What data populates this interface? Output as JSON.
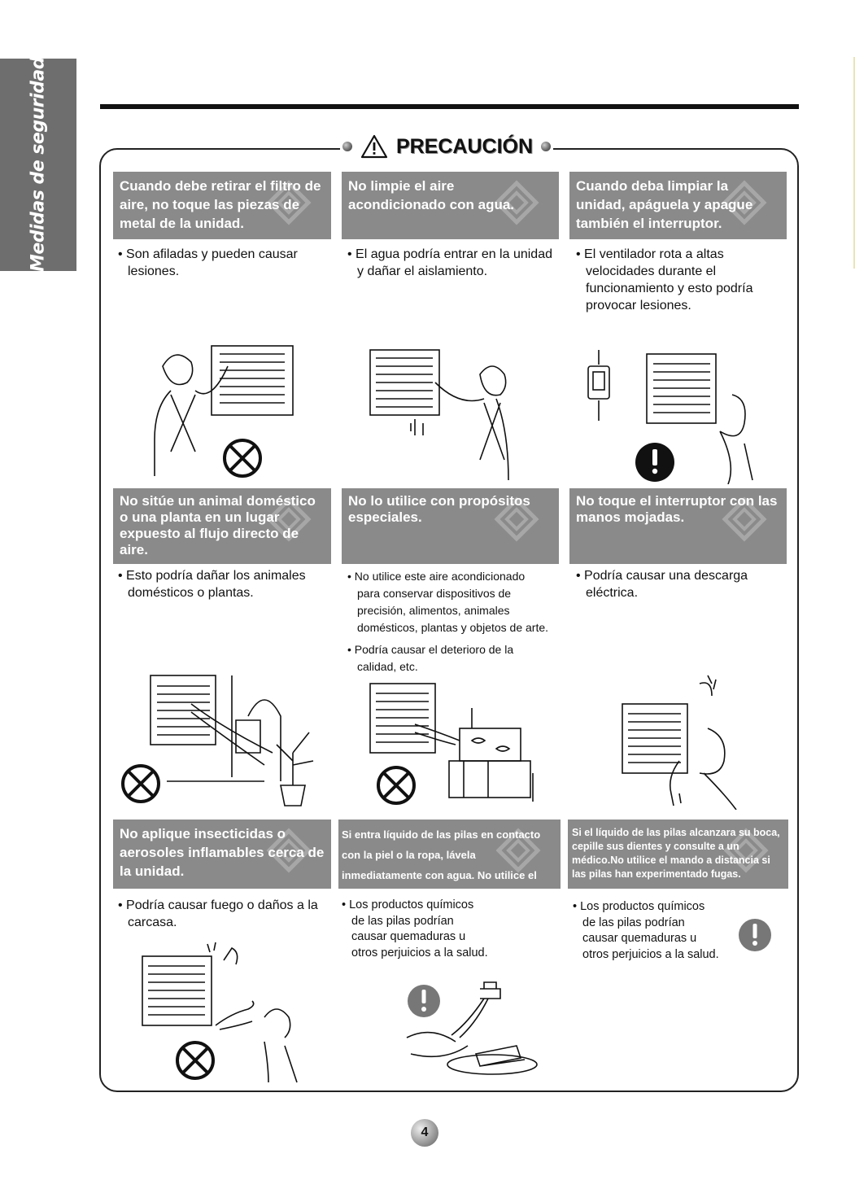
{
  "sidebar": {
    "title": "Medidas de seguridad"
  },
  "caution": {
    "title": "PRECAUCIÓN"
  },
  "sections": [
    {
      "title": "Cuando debe retirar el filtro de aire, no toque las piezas de metal de la unidad.",
      "bullets": [
        "• Son afiladas y pueden causar lesiones."
      ]
    },
    {
      "title": "No limpie el aire acondicionado con agua.",
      "bullets": [
        "• El agua podría entrar en la unidad y dañar el aislamiento."
      ]
    },
    {
      "title": "Cuando deba limpiar la unidad, apáguela y apague también el interruptor.",
      "bullets": [
        "• El ventilador rota a altas velocidades durante el funcionamiento y esto podría provocar lesiones."
      ]
    },
    {
      "title": "No sitúe un animal doméstico o una planta en un lugar expuesto al flujo directo de aire.",
      "bullets": [
        "• Esto podría dañar los animales domésticos o plantas."
      ]
    },
    {
      "title": "No lo utilice con propósitos especiales.",
      "bullets": [
        "• No utilice este aire acondicionado para conservar dispositivos de precisión, alimentos, animales domésticos, plantas y objetos de arte.",
        "• Podría causar el deterioro de la calidad, etc."
      ]
    },
    {
      "title": "No toque el interruptor con las manos mojadas.",
      "bullets": [
        "• Podría causar una descarga eléctrica."
      ]
    },
    {
      "title": "No aplique insecticidas o aerosoles inflamables cerca de la unidad.",
      "bullets": [
        "• Podría causar fuego o daños a la carcasa."
      ]
    },
    {
      "title": "Si entra líquido de las pilas en contacto con la piel o la ropa, lávela inmediatamente con agua. No utilice el control remoto si las pilas tienen fugas.",
      "bullets": [
        "• Los productos químicos de las pilas podrían causar quemaduras u otros perjuicios a la salud."
      ]
    },
    {
      "title": "Si el líquido de las pilas alcanzara su boca, cepille sus dientes y consulte a un médico.No utilice el mando a distancia si las pilas han experimentado fugas.",
      "bullets": [
        "• Los productos químicos de las pilas podrían causar quemaduras u otros perjuicios a la salud."
      ]
    }
  ],
  "page": {
    "number": "4"
  }
}
